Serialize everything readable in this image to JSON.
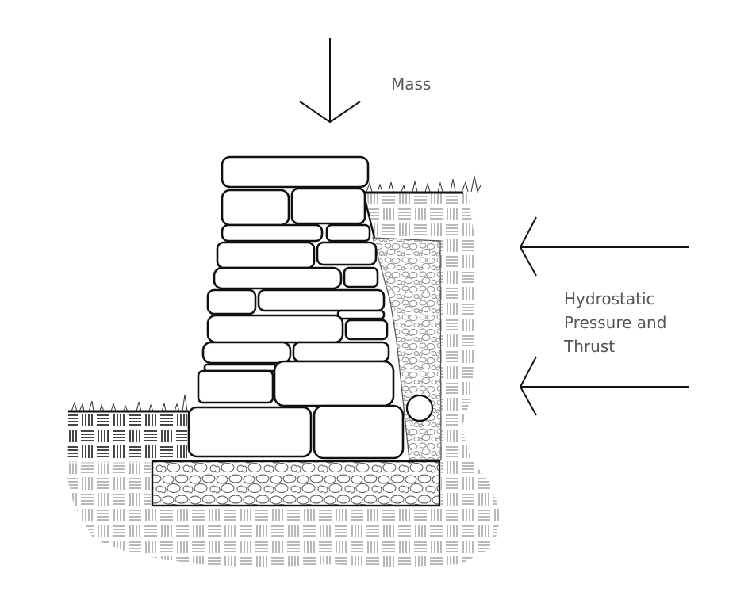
{
  "labels": {
    "mass": "Mass",
    "pressure_line1": "Hydrostatic",
    "pressure_line2": "Pressure and",
    "pressure_line3": "Thrust"
  },
  "colors": {
    "stroke": "#111111",
    "hatch": "#9a9a9a",
    "text": "#555555",
    "background": "#ffffff"
  }
}
